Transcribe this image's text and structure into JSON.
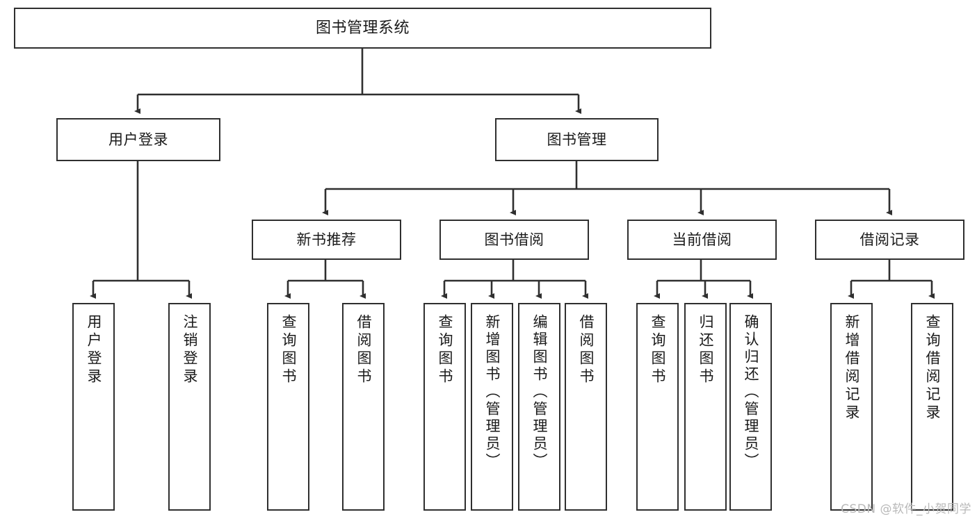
{
  "diagram": {
    "type": "tree",
    "title": "图书管理系统",
    "watermark": "CSDN @软件_小贺同学",
    "colors": {
      "box_border": "#2f2f2f",
      "box_fill": "#ffffff",
      "edge": "#2f2f2f",
      "text": "#1a1a1a",
      "watermark": "#b9b9b9"
    },
    "root": {
      "label": "图书管理系统"
    },
    "level2": [
      {
        "label": "用户登录"
      },
      {
        "label": "图书管理"
      }
    ],
    "level3": [
      {
        "label": "新书推荐"
      },
      {
        "label": "图书借阅"
      },
      {
        "label": "当前借阅"
      },
      {
        "label": "借阅记录"
      }
    ],
    "leaves": {
      "user_login": [
        {
          "label": "用户登录"
        },
        {
          "label": "注销登录"
        }
      ],
      "new_book": [
        {
          "label": "查询图书"
        },
        {
          "label": "借阅图书"
        }
      ],
      "book_borrow": [
        {
          "label": "查询图书"
        },
        {
          "label": "新增图书（管理员）"
        },
        {
          "label": "编辑图书（管理员）"
        },
        {
          "label": "借阅图书"
        }
      ],
      "current_borrow": [
        {
          "label": "查询图书"
        },
        {
          "label": "归还图书"
        },
        {
          "label": "确认归还（管理员）"
        }
      ],
      "borrow_record": [
        {
          "label": "新增借阅记录"
        },
        {
          "label": "查询借阅记录"
        }
      ]
    }
  }
}
